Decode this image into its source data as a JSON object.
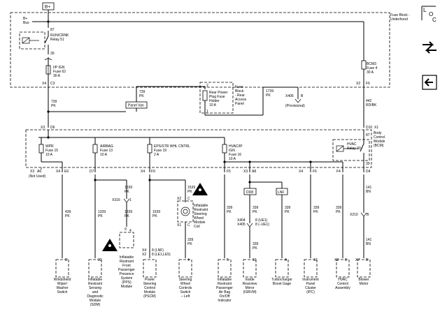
{
  "power": {
    "bplus_top": "B+",
    "bplus_bus_1": "B+",
    "bplus_bus_2": "Bus"
  },
  "fuse_block": {
    "title_1": "Fuse Block -",
    "title_2": "Underhood"
  },
  "relay51": {
    "pin_top": "87",
    "name_1": "RUN/CRNK",
    "name_2": "Relay 51",
    "pin_bottom": "30"
  },
  "fuse62": {
    "name_1": "I/P IGN",
    "name_2": "Fuse 62",
    "name_3": "30 A",
    "conn": "X4",
    "pin": "C3"
  },
  "fuse4": {
    "name_1": "BCM3",
    "name_2": "Fuse 4",
    "name_3": "30 A",
    "conn": "X2",
    "pin": "F6"
  },
  "wire_739_a": {
    "num": "739",
    "color": "PK"
  },
  "wire_739_b": {
    "num": "739",
    "color": "PK"
  },
  "panel_van": "Panel Van",
  "rear_fuse": {
    "pin_top": "2",
    "name_1": "Rear Power",
    "name_2": "Plug Fuse",
    "name_3": "Holder",
    "name_4": "10 A",
    "pin_bottom": "1"
  },
  "rear_block": {
    "l1": "Fuse",
    "l2": "Block",
    "l3": "- Rear",
    "l4": "Access",
    "l5": "Panel"
  },
  "wire_1739": {
    "num": "1739",
    "color": "PK"
  },
  "x406": {
    "conn": "X406",
    "pin": "B",
    "note": "(Provisional)"
  },
  "wire_442": {
    "num": "442",
    "color": "RD/BK"
  },
  "bcm": {
    "x3": "X3",
    "d6": "D6",
    "d10": "D10",
    "x1": "X1",
    "l1": "Body",
    "l2": "Control",
    "l3": "Module",
    "l4": "(BCM)"
  },
  "fuse15": {
    "name_1": "WPR",
    "name_2": "Fuse 15",
    "name_3": "10 A"
  },
  "fuse13": {
    "name_1": "AIRBAG",
    "name_2": "Fuse 13",
    "name_3": "10 A"
  },
  "fuse19": {
    "name_1": "EPS/STR WHL CNTRL",
    "name_2": "Fuse 19",
    "name_3": "2 A"
  },
  "fuse16": {
    "name_1": "HVAC/IP",
    "name_2": "IGN",
    "name_3": "Fuse 16",
    "name_4": "10 A"
  },
  "relay30": {
    "pin_top": "87",
    "name_1": "HVAC",
    "name_2": "Relay 30",
    "pin_bottom": "30"
  },
  "bcm_bottom": {
    "c1a": "X3",
    "c1b": "A6",
    "c1c": "(Not Used)",
    "c2a": "X4",
    "c2b": "E6",
    "c3": "D7",
    "c4a": "X4",
    "c4b": "F9",
    "c5": "F5",
    "c6a": "X3",
    "c6b": "A8",
    "c7a": "X4",
    "c7b": "F6",
    "c8": "F4",
    "c9": "D4"
  },
  "w439": {
    "num": "439",
    "color": "PK"
  },
  "w1339a": {
    "num": "1339",
    "color": "PK"
  },
  "w1339b": {
    "num": "1339",
    "color": "PK"
  },
  "w1339c": {
    "num": "1339",
    "color": "PK"
  },
  "w1539a": {
    "num": "1539",
    "color": "PK"
  },
  "w1539b": {
    "num": "1539",
    "color": "PK"
  },
  "w339a": {
    "num": "339",
    "color": "PK"
  },
  "w339b": {
    "num": "339",
    "color": "PK"
  },
  "w339c": {
    "num": "339",
    "color": "PK"
  },
  "w339d": {
    "num": "339",
    "color": "PK"
  },
  "w339e": {
    "num": "339",
    "color": "PK"
  },
  "w339f": {
    "num": "339",
    "color": "PK"
  },
  "w339g": {
    "num": "339",
    "color": "PK"
  },
  "w339h": {
    "num": "339",
    "color": "PK"
  },
  "w141a": {
    "num": "141",
    "color": "BN"
  },
  "w141b": {
    "num": "141",
    "color": "BN"
  },
  "x316": {
    "conn": "X316",
    "pin": "1",
    "pin2": "9"
  },
  "coil": {
    "x2": "X2",
    "x1": "X1",
    "c_top": "C",
    "c_bot": "C",
    "l1": "Inflatable",
    "l2": "Restraint",
    "l3": "Steering",
    "l4": "Wheel",
    "l5": "Module",
    "l6": "Coil"
  },
  "dd8": "DD8",
  "lnf": "LNF",
  "x404": {
    "a": "X404",
    "b": "X405",
    "p1": "8 (UE1)",
    "p2": "8 (–UE1)"
  },
  "x210": {
    "conn": "X210",
    "pin": "B"
  },
  "pscm_conn": {
    "a": "X4",
    "b": "X2",
    "c": "8 (LNF)",
    "d": "8 (LE1,LE5)"
  },
  "comp_pins": {
    "p1": "D",
    "p2": "33",
    "p3": "4",
    "p4": "4",
    "p5": "5",
    "p6": "13",
    "p7": "A",
    "p8": "13",
    "p9a": "X2",
    "p9b": "8",
    "p10a": "X7",
    "p10b": "B"
  },
  "components": {
    "c1": [
      "Windshield",
      "Wiper/",
      "Washer",
      "Switch"
    ],
    "c2": [
      "Inflatable",
      "Restraint",
      "Sensing",
      "and",
      "Diagnostic",
      "Module",
      "(SDM)"
    ],
    "c3": [
      "Inflatable",
      "Restraint",
      "Front",
      "Passenger",
      "Presence",
      "System",
      "(PPS)",
      "Module"
    ],
    "c4": [
      "Power",
      "Steering",
      "Control",
      "Module",
      "(PSCM)"
    ],
    "c5": [
      "Steering",
      "Wheel",
      "Controls",
      "Switch",
      "– Left"
    ],
    "c6": [
      "Inflatable",
      "Restraint",
      "Passenger",
      "Air Bag",
      "On/Off",
      "Indicator"
    ],
    "c7": [
      "Inside",
      "Rearview",
      "Mirror",
      "(ISRVM)"
    ],
    "c8": [
      "Turbocharger",
      "Boost Gage"
    ],
    "c9": [
      "Instrument",
      "Panel",
      "Cluster",
      "(IPC)"
    ],
    "c10": [
      "HVAC",
      "Control",
      "Assembly"
    ],
    "c11": [
      "Blower",
      "Motor"
    ]
  },
  "side_icons": {
    "i1": "L O C",
    "i2": "split-arrows-icon",
    "i3": "back-arrow-icon"
  }
}
